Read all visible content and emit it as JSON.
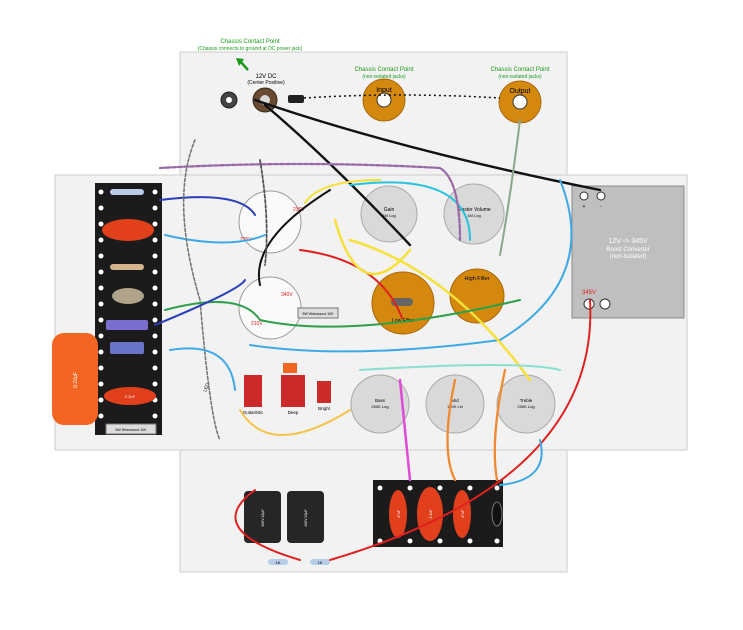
{
  "colors": {
    "chassis": "#f2f2f2",
    "board": "#1b1b1b",
    "pot": "#d9d9d9",
    "jack": "#d4890e",
    "converter": "#bfbfbf",
    "cap_orange": "#f26522",
    "ground_label": "#1a9a1a",
    "voltage_label": "#e02020"
  },
  "labels": {
    "chassis_contact_main": "Chassis Contact Point",
    "chassis_contact_main_sub": "(Chassis connects to ground at DC power jack)",
    "chassis_contact_input": "Chassis Contact Point",
    "chassis_contact_input_sub": "(non-isolated jacks)",
    "chassis_contact_output": "Chassis Contact Point",
    "chassis_contact_output_sub": "(non-isolated jacks)",
    "dc_jack": "12V DC",
    "dc_jack_sub": "(Center Positive)",
    "input_jack": "Input",
    "output_jack": "Output",
    "gain_pot": "Gain",
    "gain_pot_sub": "1M Log",
    "master_pot": "Master Volume",
    "master_pot_sub": "1M Log",
    "high_filter": "High Filter",
    "low_filter": "Low Filter",
    "bass_pot": "Bass",
    "bass_pot_sub": "250K Log",
    "mid_pot": "Mid",
    "mid_pot_sub": "100K Lin",
    "treble_pot": "Treble",
    "treble_pot_sub": "250K Log",
    "converter_title": "12V -> 345V",
    "converter_sub1": "Boost Converter",
    "converter_sub2": "(non-isolated)",
    "converter_plus": "+",
    "converter_minus": "-",
    "v345": "345V",
    "v340": "340V",
    "v236": "236V",
    "v235": "235V",
    "v210": "210V",
    "sw_guitar": "Guitar/Mic",
    "sw_deep": "Deep",
    "sw_bright": "Bright",
    "cap_big": "0.22µF",
    "cap_left": "2.2nF",
    "cap_main_caps": "400V 22µF",
    "cap_main_caps2": "400V 22µF",
    "res_1k": "1K",
    "res_1k_b": "1K",
    "led": "LED",
    "wirewound": "5W Wirewound 10K",
    "wirewound2": "5W Wirewound 10K",
    "tone_cap1": "47nF",
    "tone_cap2": "2.2nF",
    "tone_cap3": "47nF"
  }
}
